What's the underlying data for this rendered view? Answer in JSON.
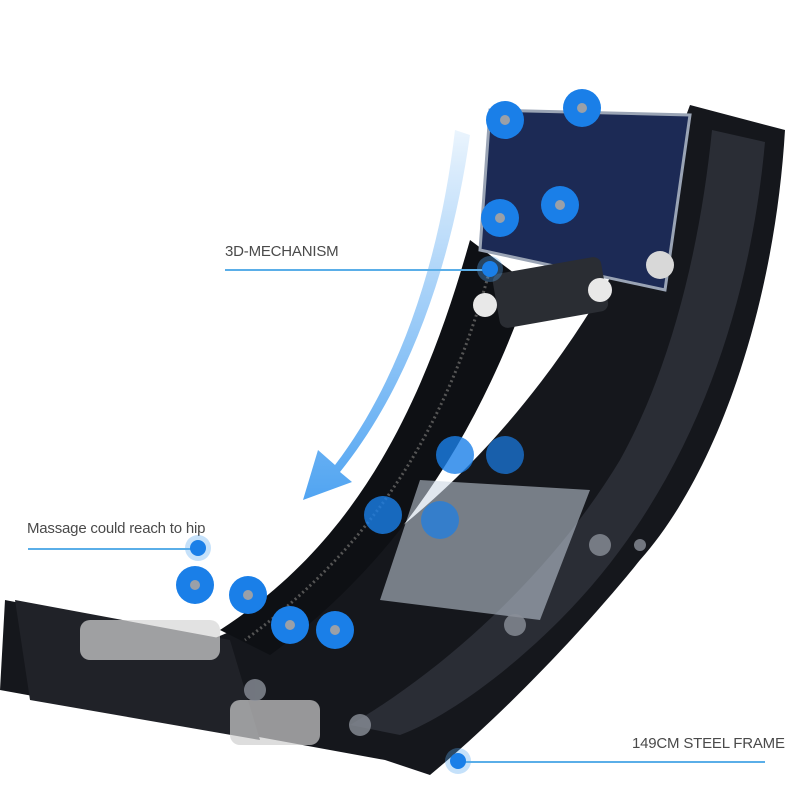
{
  "labels": {
    "mechanism": "3D-MECHANISM",
    "hip": "Massage could reach to hip",
    "frame": "149CM STEEL FRAME"
  },
  "colors": {
    "frame": "#15171c",
    "roller": "#1a7fe8",
    "arrow": "#4aa3ee",
    "callout_line": "#5aaee8",
    "text": "#4a4a4a"
  }
}
